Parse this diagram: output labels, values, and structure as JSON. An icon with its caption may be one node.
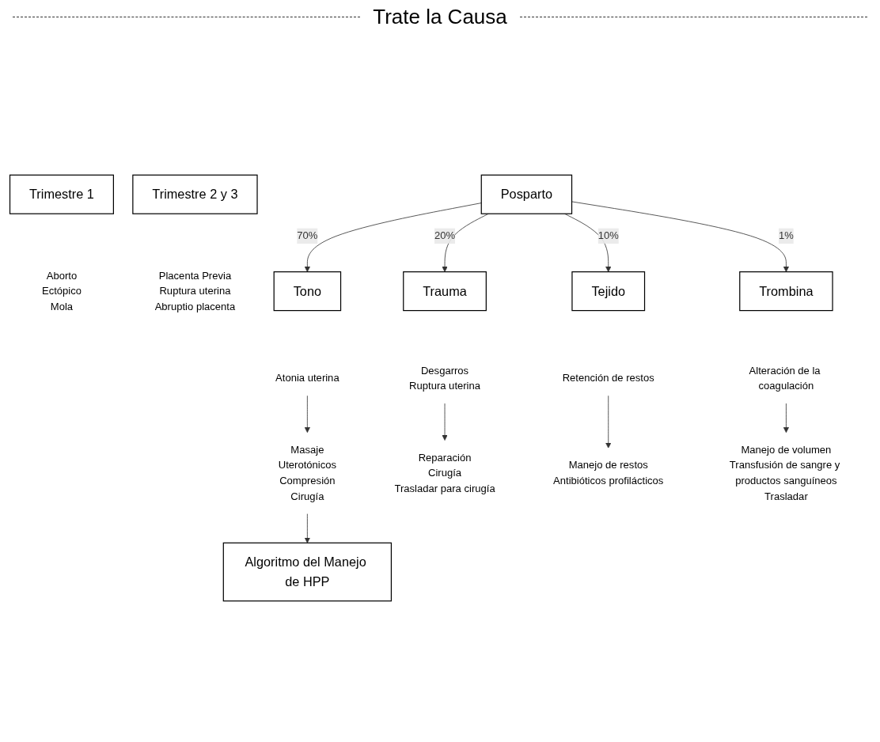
{
  "diagram": {
    "nodes": [
      {
        "text": [
          "Trimestre 1"
        ]
      },
      {
        "text": [
          "Aborto",
          "Ectópico",
          "Mola"
        ]
      },
      {
        "text": [
          "Trimestre 2 y 3"
        ]
      },
      {
        "text": [
          "Placenta Previa",
          "Ruptura uterina",
          "Abruptio placenta"
        ]
      },
      {
        "text": [
          "Posparto"
        ]
      },
      {
        "text": [
          "Tono"
        ]
      },
      {
        "text": [
          "Atonia uterina"
        ]
      },
      {
        "text": [
          "Trauma"
        ]
      },
      {
        "text": [
          "Desgarros",
          "Ruptura uterina"
        ]
      },
      {
        "text": [
          "Tejido"
        ]
      },
      {
        "text": [
          "Retención de restos"
        ]
      },
      {
        "text": [
          "Trombina"
        ]
      },
      {
        "text": [
          "Alteración de la coagulación"
        ]
      },
      {
        "text": [
          "Masaje",
          "Uterotónicos",
          "Compresión",
          "Cirugía"
        ]
      },
      {
        "text": [
          "Reparación",
          "Cirugía",
          "Trasladar para cirugía"
        ]
      },
      {
        "text": [
          "Manejo de restos",
          "Antibióticos profilácticos"
        ]
      },
      {
        "text": [
          "Manejo de volumen",
          "Transfusión de sangre y productos sanguíneos",
          "Trasladar"
        ]
      },
      {
        "text": [
          "Algoritmo del Manejo de HPP"
        ]
      }
    ],
    "edges": [
      {
        "from": 4,
        "to": 5,
        "arrow": "to",
        "label": "70%"
      },
      {
        "from": 4,
        "to": 7,
        "arrow": "to",
        "label": "20%"
      },
      {
        "from": 4,
        "to": 9,
        "arrow": "to",
        "label": "10%"
      },
      {
        "from": 4,
        "to": 11,
        "arrow": "to",
        "label": "1%"
      },
      {
        "from": 6,
        "to": 13,
        "arrow": "to"
      },
      {
        "from": 8,
        "to": 14,
        "arrow": "to"
      },
      {
        "from": 10,
        "to": 15,
        "arrow": "to"
      },
      {
        "from": 12,
        "to": 16,
        "arrow": "to"
      },
      {
        "from": 13,
        "to": 17,
        "arrow": "to"
      }
    ],
    "labels": [
      "Trate la Causa"
    ]
  }
}
